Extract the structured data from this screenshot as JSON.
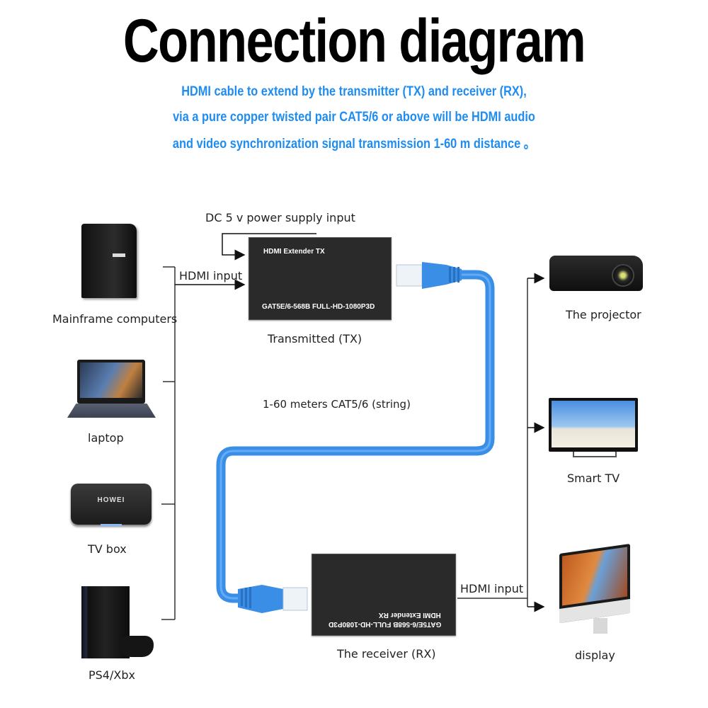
{
  "title": "Connection diagram",
  "subtitle_lines": [
    "HDMI cable to extend by the transmitter (TX) and receiver (RX),",
    "via a pure copper twisted pair CAT5/6 or above will be HDMI audio",
    "and video synchronization signal transmission 1-60 m distance 。"
  ],
  "colors": {
    "accent_text": "#1e8cf0",
    "cable": "#3a8ee6",
    "device_body": "#2a2a2a"
  },
  "sources": [
    {
      "label": "Mainframe computers",
      "icon": "desktop-tower-icon"
    },
    {
      "label": "laptop",
      "icon": "laptop-icon"
    },
    {
      "label": "TV box",
      "icon": "tv-box-icon",
      "brand": "HOWEI"
    },
    {
      "label": "PS4/Xbx",
      "icon": "game-console-icon"
    }
  ],
  "transmitter": {
    "caption": "Transmitted (TX)",
    "brand_line": "HDMI Extender TX",
    "spec_line": "GAT5E/6-568B FULL-HD-1080P3D",
    "power_label": "DC 5 v power supply input",
    "input_label": "HDMI input"
  },
  "cable_label": "1-60 meters CAT5/6 (string)",
  "receiver": {
    "caption": "The receiver (RX)",
    "brand_line": "HDMI Extender RX",
    "spec_line": "GAT5E/6-568B FULL-HD-1080P3D",
    "output_label": "HDMI input"
  },
  "outputs": [
    {
      "label": "The projector",
      "icon": "projector-icon"
    },
    {
      "label": "Smart TV",
      "icon": "smart-tv-icon"
    },
    {
      "label": "display",
      "icon": "monitor-icon"
    }
  ]
}
